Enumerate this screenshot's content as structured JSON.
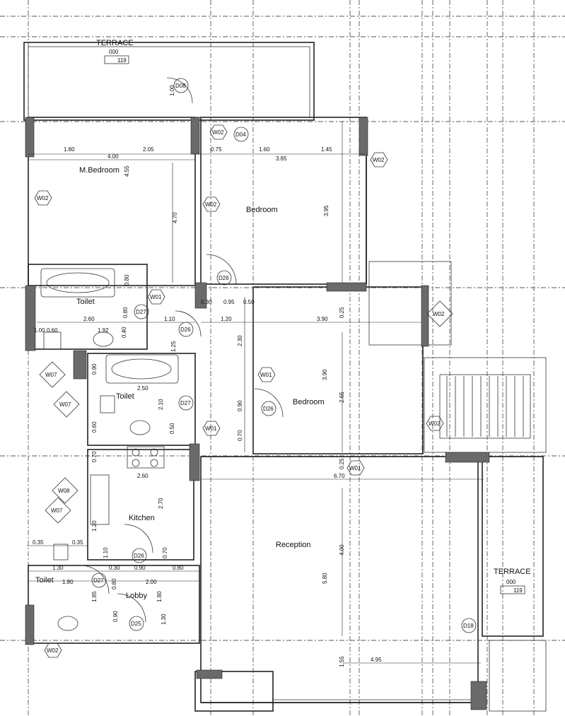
{
  "rooms": {
    "terrace_top": "TERRACE",
    "terrace_top_code": "000",
    "terrace_top_area": "119",
    "m_bedroom": "M.Bedroom",
    "bedroom_1": "Bedroom",
    "bedroom_2": "Bedroom",
    "toilet_1": "Toilet",
    "toilet_2": "Toilet",
    "toilet_3": "Toilet",
    "kitchen": "Kitchen",
    "lobby": "Lobby",
    "reception": "Reception",
    "terrace_right": "TERRACE",
    "terrace_right_code": "000",
    "terrace_right_area": "119"
  },
  "tags": {
    "w02_a": "W02",
    "w02_b": "W02",
    "w02_c": "W02",
    "w02_d": "W02",
    "w02_e": "W02",
    "w02_f": "W02",
    "w02_g": "W02",
    "w01_a": "W01",
    "w01_b": "W01",
    "w01_c": "W01",
    "w01_d": "W01",
    "w07_a": "W07",
    "w07_b": "W07",
    "w07_c": "W07",
    "w08": "W08",
    "d08": "D08",
    "d04": "D04",
    "d26_a": "D26",
    "d26_b": "D26",
    "d26_c": "D26",
    "d26_d": "D26",
    "d27_a": "D27",
    "d27_b": "D27",
    "d27_c": "D27",
    "d25": "D25",
    "d18": "D18"
  },
  "dims": {
    "a180": "1.80",
    "a400": "4.00",
    "a205": "2.05",
    "a075": "0.75",
    "a160": "1.60",
    "a145": "1.45",
    "a385": "3.85",
    "a455": "4.55",
    "a470": "4.70",
    "a395": "3.95",
    "a100": "1.00",
    "b080": "0.80",
    "b080b": "0.80",
    "b260": "2.60",
    "b110": "1.10",
    "b120": "1.20",
    "b395": "3.90",
    "b095": "0.95",
    "b025": "0.25",
    "b030": "0.30",
    "b050": "0.50",
    "b100": "1.00",
    "b060": "0.60",
    "b192": "1.92",
    "b040": "0.40",
    "b230": "2.30",
    "b125": "1.25",
    "c090": "0.90",
    "c250": "2.50",
    "c210": "2.10",
    "c390": "3.90",
    "c265": "2.65",
    "c090b": "0.90",
    "c070": "0.70",
    "c060": "0.60",
    "c050": "0.50",
    "c070b": "0.70",
    "d260": "2.60",
    "d670": "6.70",
    "d270": "2.70",
    "d120": "1.20",
    "d035": "0.35",
    "d036": "0.35",
    "d110": "1.10",
    "d400": "4.00",
    "d130": "1.30",
    "d030": "0.30",
    "d090": "0.90",
    "d080": "0.80",
    "d180": "1.80",
    "d200": "2.00",
    "d080b": "0.80",
    "d185": "1.85",
    "d180b": "1.80",
    "d090b": "0.90",
    "d130b": "1.30",
    "d580": "5.80",
    "d155": "1.55",
    "d495": "4.95",
    "d070": "0.70",
    "d025": "0.25"
  }
}
